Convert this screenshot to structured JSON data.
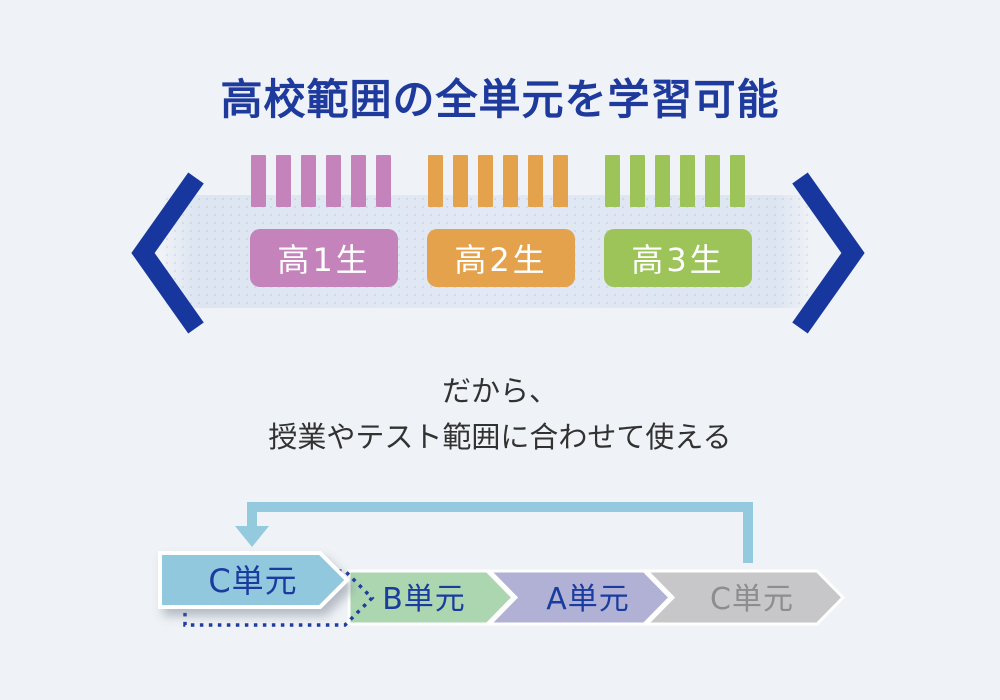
{
  "title": {
    "text": "高校範囲の全単元を学習可能",
    "color": "#1e3a9c"
  },
  "subtitle": {
    "line1": "だから、",
    "line2": "授業やテスト範囲に合わせて使える"
  },
  "timeline": {
    "bracket_color": "#17379e",
    "band_color": "#dde5f1",
    "ticks_per_grade": 6,
    "grades": [
      {
        "label": "高1生",
        "color": "#c583bb"
      },
      {
        "label": "高2生",
        "color": "#e4a24d"
      },
      {
        "label": "高3生",
        "color": "#9cc458"
      }
    ]
  },
  "flow": {
    "loop_arrow_color": "#93cadd",
    "placeholder_outline_color": "#1e3d9e",
    "moved_unit": {
      "label": "C単元",
      "fill": "#92c8dd",
      "text_color": "#1a3c9e"
    },
    "sequence": [
      {
        "label": "B単元",
        "fill": "#abd6b0",
        "text_color": "#1a3c9e"
      },
      {
        "label": "A単元",
        "fill": "#b1b1d6",
        "text_color": "#1a3c9e"
      },
      {
        "label": "C単元",
        "fill": "#c7c7c9",
        "text_color": "#8d8d8f"
      }
    ]
  },
  "background_color": "#eff2f6"
}
